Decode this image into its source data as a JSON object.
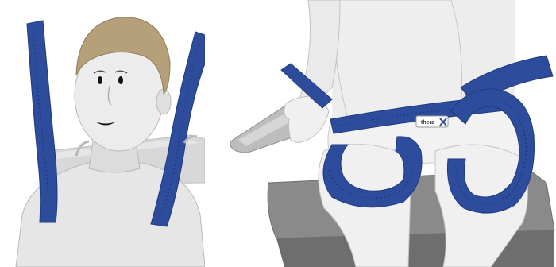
{
  "colors": {
    "strap": "#2d4d9c",
    "strap_dark": "#1f3a80",
    "skin": "#e9e9e9",
    "skin_shadow": "#c9c9c9",
    "hair": "#b6a07a",
    "seat": "#8a8a8a",
    "seat_dark": "#6e6e6e",
    "background": "#ffffff"
  },
  "panels": {
    "left": {
      "subject": "upper-body-shoulder-straps"
    },
    "right": {
      "subject": "seated-hip-leg-loops"
    }
  },
  "brand_tag": {
    "text": "thera"
  }
}
